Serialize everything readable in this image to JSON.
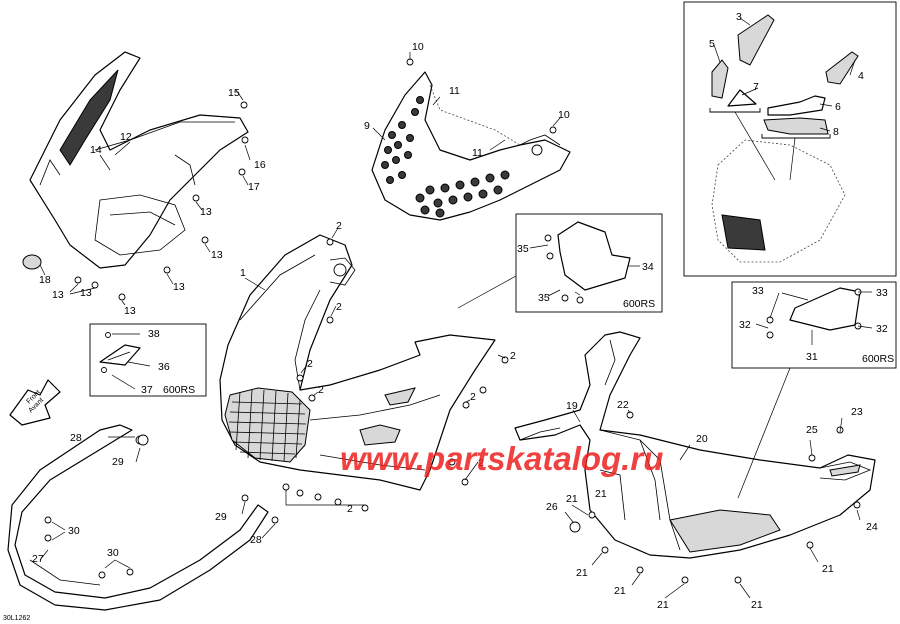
{
  "diagram": {
    "code": "30L1262",
    "watermark": "www.partskatalog.ru",
    "front_arrow": {
      "line1": "Front",
      "line2": "Avant"
    },
    "variant_labels": {
      "box_36": "600RS",
      "box_34": "600RS",
      "box_31": "600RS"
    },
    "callouts": [
      "1",
      "2",
      "2",
      "2",
      "2",
      "2",
      "2",
      "2",
      "2",
      "3",
      "4",
      "5",
      "6",
      "7",
      "8",
      "9",
      "10",
      "10",
      "11",
      "11",
      "12",
      "13",
      "13",
      "13",
      "13",
      "13",
      "13",
      "14",
      "15",
      "16",
      "17",
      "18",
      "19",
      "20",
      "21",
      "21",
      "21",
      "21",
      "21",
      "21",
      "21",
      "22",
      "23",
      "24",
      "25",
      "26",
      "27",
      "28",
      "28",
      "29",
      "29",
      "30",
      "30",
      "31",
      "32",
      "32",
      "33",
      "33",
      "34",
      "35",
      "35",
      "36",
      "37",
      "38"
    ]
  }
}
